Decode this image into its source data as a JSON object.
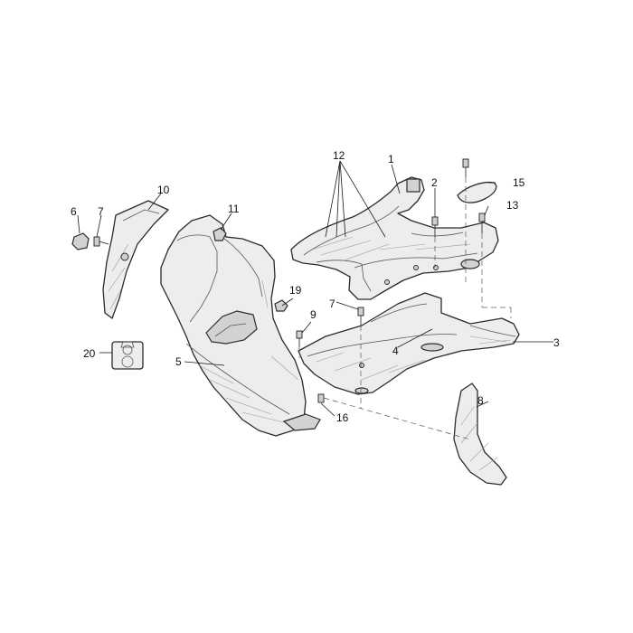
{
  "callouts": [
    {
      "id": "c1",
      "label": "1"
    },
    {
      "id": "c2",
      "label": "2"
    },
    {
      "id": "c3",
      "label": "3"
    },
    {
      "id": "c4",
      "label": "4"
    },
    {
      "id": "c5",
      "label": "5"
    },
    {
      "id": "c6",
      "label": "6"
    },
    {
      "id": "c7a",
      "label": "7"
    },
    {
      "id": "c7b",
      "label": "7"
    },
    {
      "id": "c8",
      "label": "8"
    },
    {
      "id": "c9",
      "label": "9"
    },
    {
      "id": "c10",
      "label": "10"
    },
    {
      "id": "c11",
      "label": "11"
    },
    {
      "id": "c12",
      "label": "12"
    },
    {
      "id": "c13",
      "label": "13"
    },
    {
      "id": "c15",
      "label": "15"
    },
    {
      "id": "c16",
      "label": "16"
    },
    {
      "id": "c19",
      "label": "19"
    },
    {
      "id": "c20",
      "label": "20"
    }
  ]
}
